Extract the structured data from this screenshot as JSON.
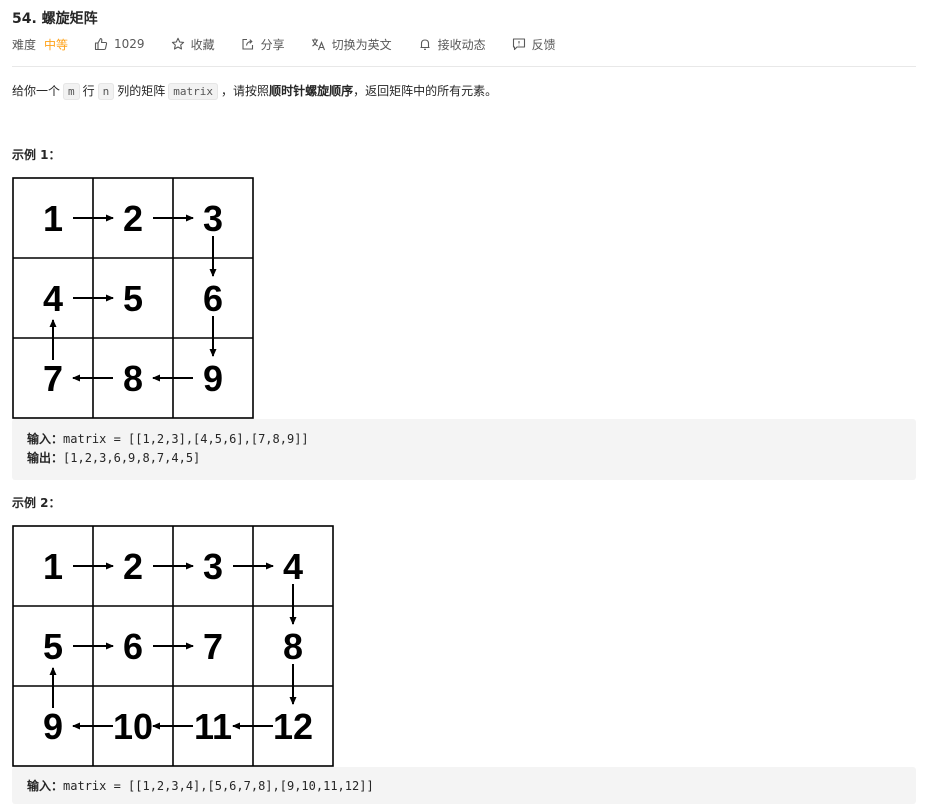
{
  "problem": {
    "title": "54. 螺旋矩阵",
    "difficulty_label": "难度",
    "difficulty_value": "中等",
    "likes": "1029",
    "favorite_label": "收藏",
    "share_label": "分享",
    "translate_label": "切换为英文",
    "subscribe_label": "接收动态",
    "feedback_label": "反馈"
  },
  "description": {
    "part1": "给你一个",
    "var_m": "m",
    "part2": "行",
    "var_n": "n",
    "part3": "列的矩阵",
    "var_matrix": "matrix",
    "part4": "，请按照",
    "bold": "顺时针螺旋顺序",
    "part5": "，返回矩阵中的所有元素。"
  },
  "examples": [
    {
      "title": "示例 1：",
      "grid": [
        [
          "1",
          "2",
          "3"
        ],
        [
          "4",
          "5",
          "6"
        ],
        [
          "7",
          "8",
          "9"
        ]
      ],
      "input_label": "输入：",
      "input_value": "matrix = [[1,2,3],[4,5,6],[7,8,9]]",
      "output_label": "输出：",
      "output_value": "[1,2,3,6,9,8,7,4,5]"
    },
    {
      "title": "示例 2：",
      "grid": [
        [
          "1",
          "2",
          "3",
          "4"
        ],
        [
          "5",
          "6",
          "7",
          "8"
        ],
        [
          "9",
          "10",
          "11",
          "12"
        ]
      ],
      "input_label": "输入：",
      "input_value": "matrix = [[1,2,3,4],[5,6,7,8],[9,10,11,12]]"
    }
  ],
  "colors": {
    "accent": "#ffa116",
    "code_bg": "#f4f4f4"
  }
}
